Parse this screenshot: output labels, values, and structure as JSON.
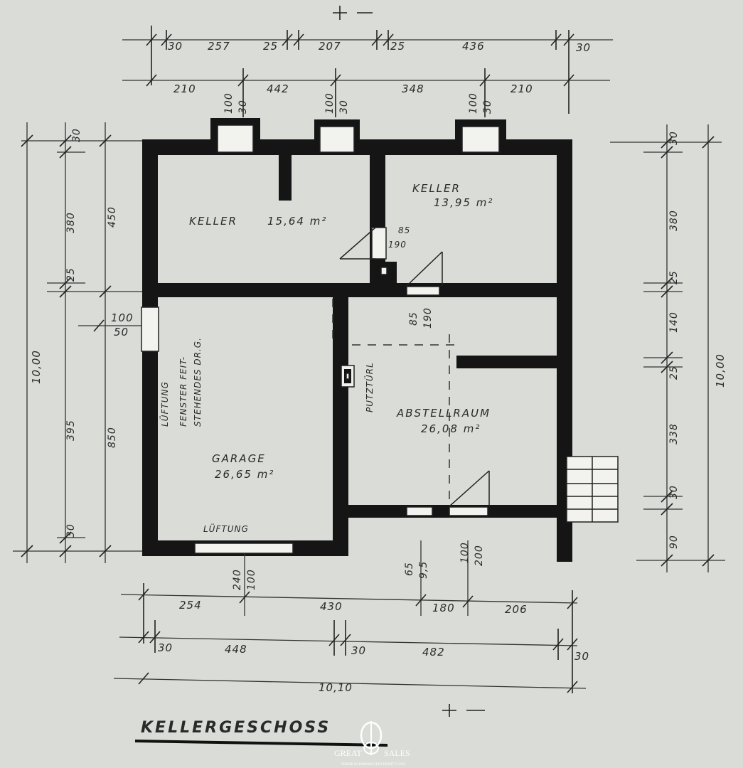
{
  "plan": {
    "title": "KELLERGESCHOSS",
    "rooms": [
      {
        "name": "KELLER",
        "area": "15,64 m²"
      },
      {
        "name": "KELLER",
        "area": "13,95 m²"
      },
      {
        "name": "GARAGE",
        "area": "26,65 m²"
      },
      {
        "name": "ABSTELLRAUM",
        "area": "26,08 m²"
      }
    ],
    "notes": {
      "putztuer": "PUTZTÜRL",
      "lueftung_window": "LÜFTUNG",
      "lueftung_fenster_1": "LÜFTUNG",
      "lueftung_fenster_2": "FENSTER FEIT-",
      "lueftung_fenster_3": "STEHENDES DR.G.",
      "lueftung_bottom": "LÜFTUNG"
    },
    "dimensions": {
      "top_row1": [
        "30",
        "257",
        "25",
        "207",
        "25",
        "436",
        "30"
      ],
      "top_row2": [
        "210",
        "442",
        "348",
        "210"
      ],
      "chimney": [
        {
          "w": "100",
          "h": "30"
        },
        {
          "w": "100",
          "h": "30"
        },
        {
          "w": "100",
          "h": "30"
        }
      ],
      "left_total": "10,00",
      "left_inner": [
        "30",
        "380",
        "25",
        "395",
        "30"
      ],
      "left_rooms": [
        "450",
        "850"
      ],
      "left_window": {
        "w": "100",
        "h": "50"
      },
      "right_total": "10,00",
      "right_inner": [
        "30",
        "380",
        "25",
        "140",
        "25",
        "338",
        "30",
        "90"
      ],
      "door_1": {
        "w": "85",
        "h": "190"
      },
      "door_2": {
        "w": "85",
        "h": "190"
      },
      "garage_window": {
        "w": "240",
        "h": "100"
      },
      "door_bottom_1": {
        "w": "65",
        "h": "9,5"
      },
      "door_bottom_2": {
        "w": "100",
        "h": "200"
      },
      "bottom_row1": [
        "254",
        "430",
        "180",
        "206"
      ],
      "bottom_row2": [
        "30",
        "448",
        "30",
        "482",
        "30"
      ],
      "bottom_total": "10,10"
    }
  },
  "logo": {
    "brand_left": "GREAT",
    "brand_right": "SALES",
    "tagline": "PREMIUM IMMOBILIENVERMITTLUNG"
  },
  "colors": {
    "paper": "#d9dcd7",
    "ink": "#151515"
  }
}
